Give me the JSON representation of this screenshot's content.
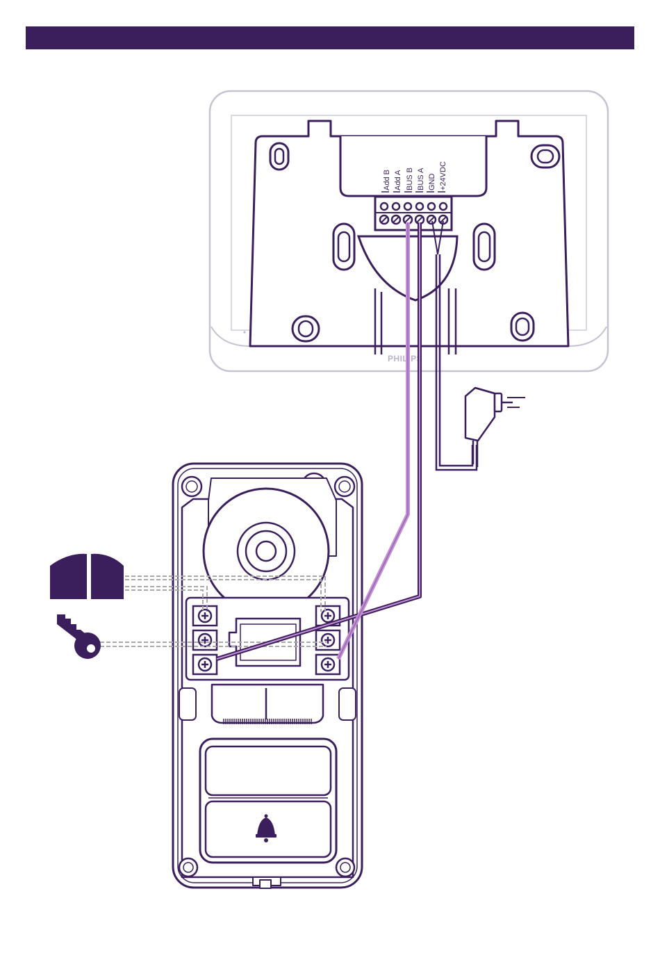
{
  "colors": {
    "primary": "#3a1f5c",
    "accent_wire": "#c58fd6",
    "monitor_frame": "#c7c2d2",
    "dashed_wire": "#a8a8a8"
  },
  "monitor": {
    "brand": "PHILIPS",
    "terminals": [
      "Add B",
      "Add A",
      "BUS B",
      "BUS A",
      "GND",
      "+24VDC"
    ]
  },
  "icons": {
    "gate": "double-gate-icon",
    "key": "key-icon",
    "bell": "bell-icon",
    "power_adapter": "power-adapter-icon"
  }
}
